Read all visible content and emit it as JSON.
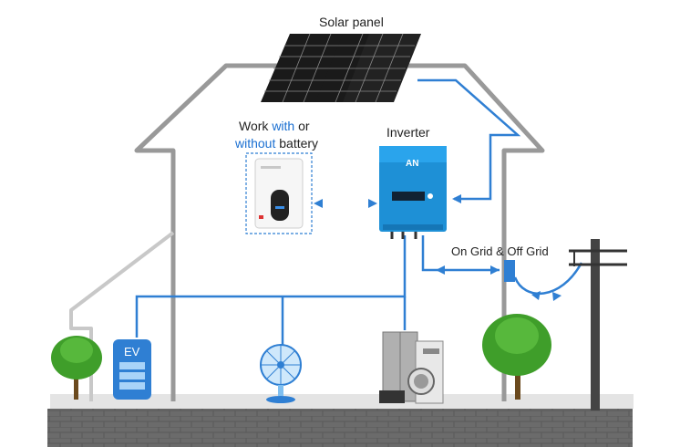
{
  "labels": {
    "solar_panel": "Solar panel",
    "battery_line1_a": "Work ",
    "battery_line1_b": "with",
    "battery_line1_c": " or",
    "battery_line2_a": "without",
    "battery_line2_b": " battery",
    "inverter": "Inverter",
    "grid": "On Grid & Off Grid",
    "ev": "EV",
    "inverter_logo": "AN"
  },
  "colors": {
    "wire": "#2f7fd3",
    "house_outline": "#999999",
    "inverter_body": "#1e90d6",
    "ground": "#6e6e6e",
    "tree": "#3f9e2a"
  },
  "icons": [
    "solar-panel-icon",
    "battery-icon",
    "inverter-icon",
    "ev-charger-icon",
    "fan-icon",
    "fridge-icon",
    "washing-machine-icon",
    "tree-icon",
    "utility-pole-icon"
  ]
}
